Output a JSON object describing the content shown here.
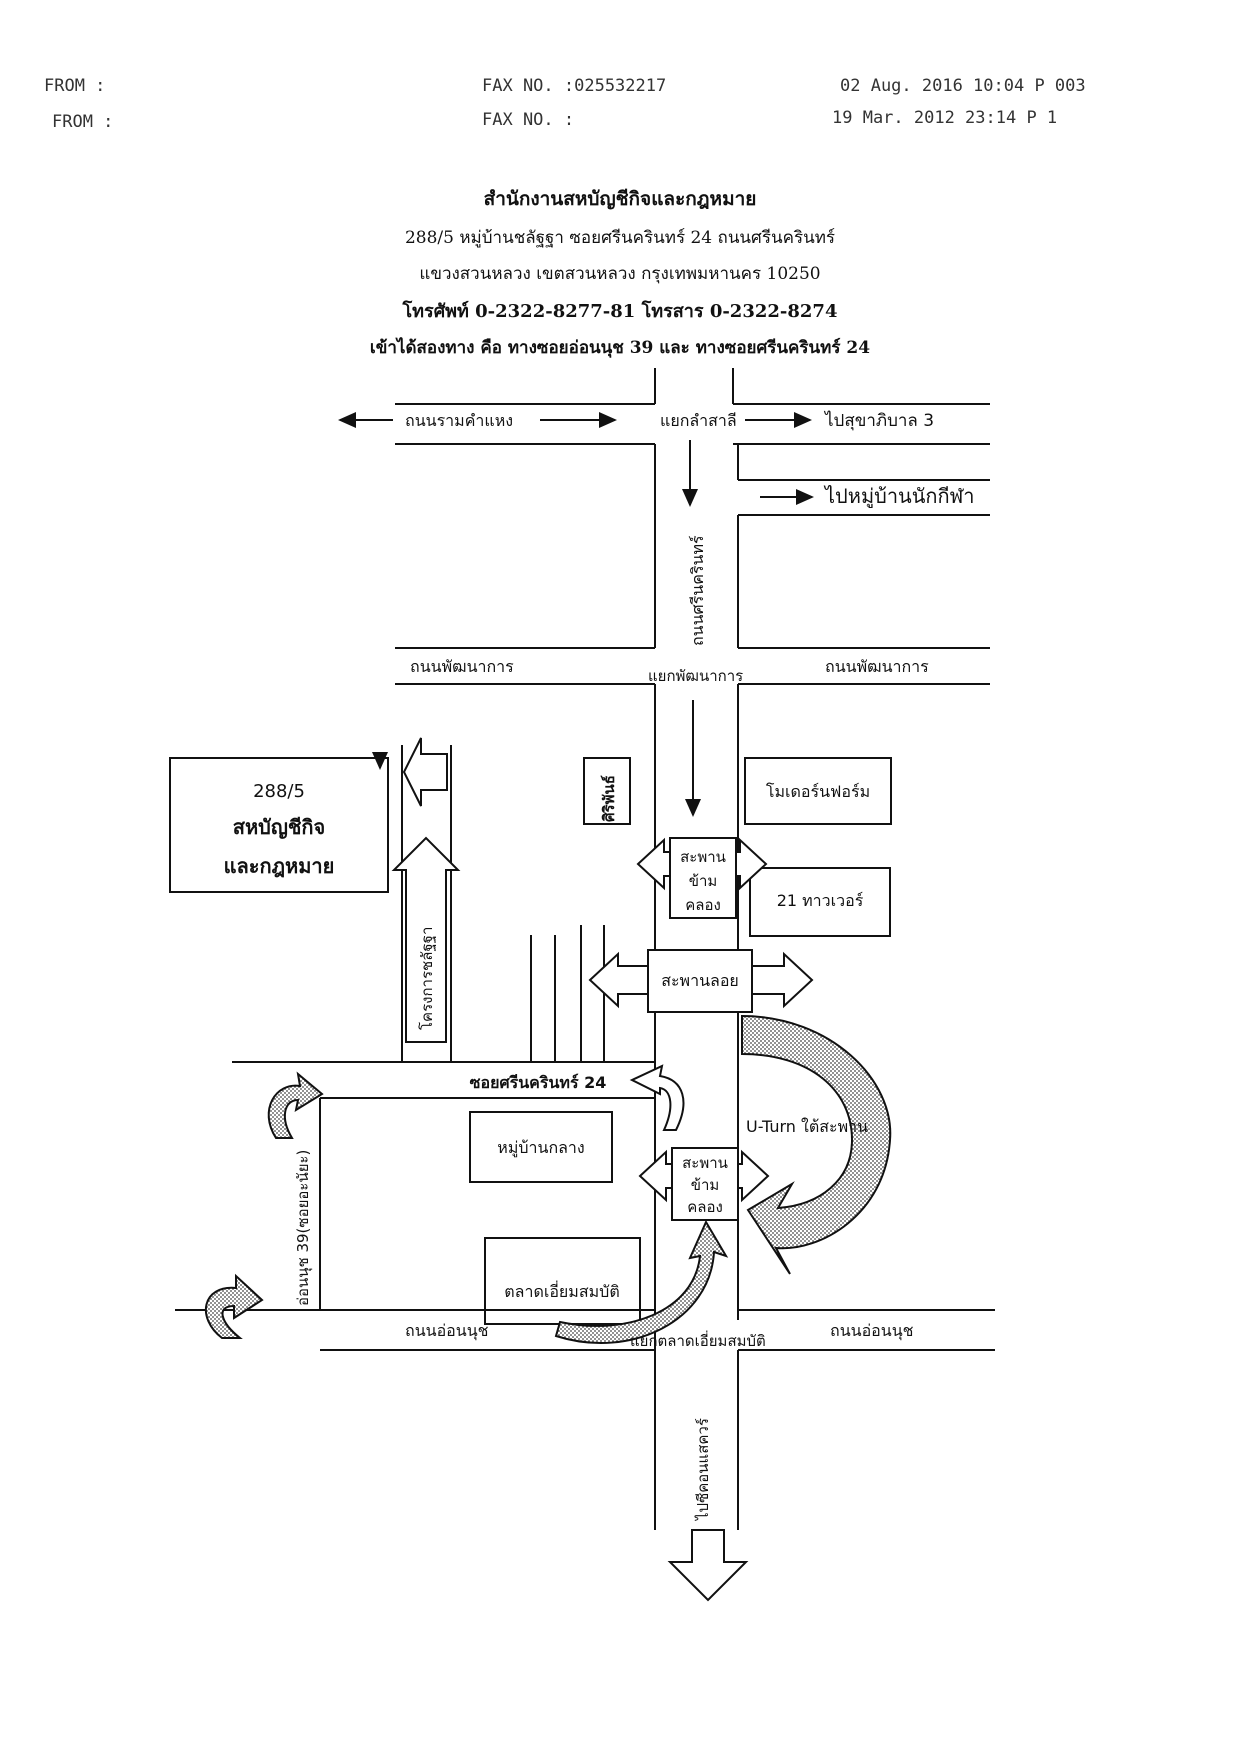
{
  "fax_header": {
    "line1": {
      "from": "FROM :",
      "fax_no": "FAX NO. :025532217",
      "stamp": "02 Aug. 2016 10:04 P 003"
    },
    "line2": {
      "from": "FROM :",
      "fax_no": "FAX NO. :",
      "stamp": "19 Mar. 2012 23:14 P 1"
    }
  },
  "office": {
    "name": "สำนักงานสหบัญชีกิจและกฎหมาย",
    "address1": "288/5 หมู่บ้านชลัฐฐา ซอยศรีนครินทร์ 24 ถนนศรีนครินทร์",
    "address2": "แขวงสวนหลวง เขตสวนหลวง กรุงเทพมหานคร 10250",
    "phone": "โทรศัพท์ 0-2322-8277-81 โทรสาร 0-2322-8274",
    "access": "เข้าได้สองทาง คือ ทางซอยอ่อนนุช 39 และ ทางซอยศรีนครินทร์ 24"
  },
  "map": {
    "ramkhamhaeng_road": "ถนนรามคำแหง",
    "lam_salee_junction": "แยกลำสาลี",
    "to_sukhaphiban_3": "ไปสุขาภิบาล 3",
    "to_sports_village": "ไปหมู่บ้านนักกีฬา",
    "srinakarin_road": "ถนนศรีนครินทร์",
    "phatthanakan_road_left": "ถนนพัฒนาการ",
    "phatthanakan_junction": "แยกพัฒนาการ",
    "phatthanakan_road_right": "ถนนพัฒนาการ",
    "office_box": {
      "number": "288/5",
      "line1": "สหบัญชีกิจ",
      "line2": "และกฎหมาย"
    },
    "soi_chalattha": "โครงการชลัฐฐา",
    "siriphan": "ศิริพันธ์",
    "modern_form": "โมเดอร์นฟอร์ม",
    "canal_bridge_upper": [
      "สะพาน",
      "ข้าม",
      "คลอง"
    ],
    "tower_21": "21 ทาวเวอร์",
    "flyover": "สะพานลอย",
    "soi_srinakarin_24": "ซอยศรีนครินทร์ 24",
    "village_klang": "หมู่บ้านกลาง",
    "uturn": "U-Turn ใต้สะพาน",
    "canal_bridge_lower": [
      "สะพาน",
      "ข้าม",
      "คลอง"
    ],
    "market": "ตลาดเอี่ยมสมบัติ",
    "soi_onnut_39": "อ่อนนุช 39(ซอยอะนัยะ)",
    "onnut_road_left": "ถนนอ่อนนุช",
    "market_junction": "แยกตลาดเอี่ยมสมบัติ",
    "onnut_road_right": "ถนนอ่อนนุช",
    "to_seacon": "ไปซีคอนแสควร์"
  }
}
